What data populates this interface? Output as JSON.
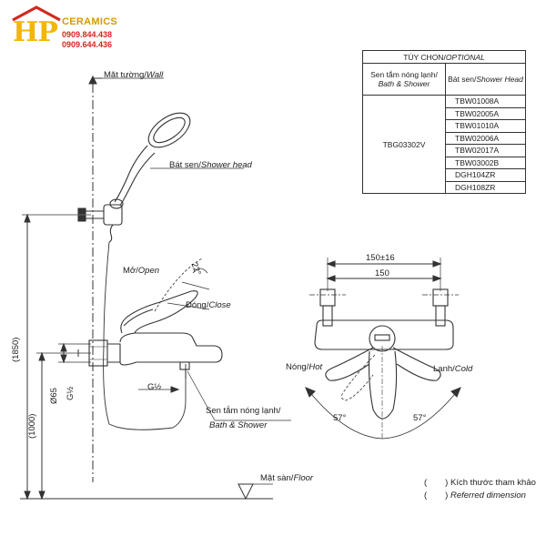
{
  "logo": {
    "mark": "HP",
    "brand": "CERAMICS",
    "phone_1": "0909.844.438",
    "phone_2": "0909.644.436"
  },
  "labels": {
    "wall": {
      "vi": "Mặt tường/",
      "en": "Wall"
    },
    "shower_head": {
      "vi": "Bát sen/",
      "en": "Shower head"
    },
    "open": {
      "vi": "Mở/",
      "en": "Open"
    },
    "close": {
      "vi": "Đóng/",
      "en": "Close"
    },
    "angle_22": "22°",
    "bath_shower": {
      "vi": "Sen tắm nóng lạnh/",
      "en": "Bath & Shower"
    },
    "floor": {
      "vi": "Mặt sàn/",
      "en": "Floor"
    },
    "hot": {
      "vi": "Nóng/",
      "en": "Hot"
    },
    "cold": {
      "vi": "Lạnh/",
      "en": "Cold"
    },
    "angle_left": "57°",
    "angle_right": "57°",
    "dim_150_16": "150±16",
    "dim_150": "150",
    "dim_1850": "(1850)",
    "dim_1000": "(1000)",
    "dim_65": "Ø65",
    "g_half_v": "G½",
    "g_half_h": "G½"
  },
  "table": {
    "title_vi": "TÙY CHỌN/",
    "title_en": "OPTIONAL",
    "col1_vi": "Sen tắm nóng lạnh/",
    "col1_en": "Bath & Shower",
    "col2_vi": "Bát sen/",
    "col2_en": "Shower Head",
    "model": "TBG03302V",
    "heads": [
      "TBW01008A",
      "TBW02005A",
      "TBW01010A",
      "TBW02006A",
      "TBW02017A",
      "TBW03002B",
      "DGH104ZR",
      "DGH108ZR"
    ]
  },
  "legend": {
    "open_paren": "(",
    "close_paren": ")",
    "vi": "Kích thước tham khảo",
    "en": "Referred dimension"
  }
}
